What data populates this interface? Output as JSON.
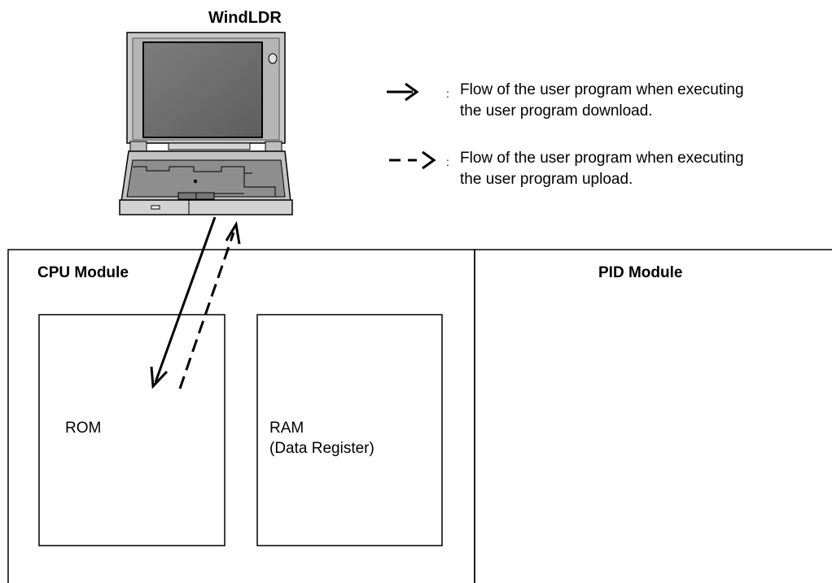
{
  "pc": {
    "label": "WindLDR"
  },
  "legend": {
    "colon": ":",
    "download": {
      "line1": "Flow of the user program when executing",
      "line2": "the user program download."
    },
    "upload": {
      "line1": "Flow of the user program when executing",
      "line2": "the user program upload."
    }
  },
  "cpu": {
    "title": "CPU Module",
    "rom": "ROM",
    "ram_line1": "RAM",
    "ram_line2": "(Data Register)"
  },
  "pid": {
    "title": "PID Module"
  }
}
